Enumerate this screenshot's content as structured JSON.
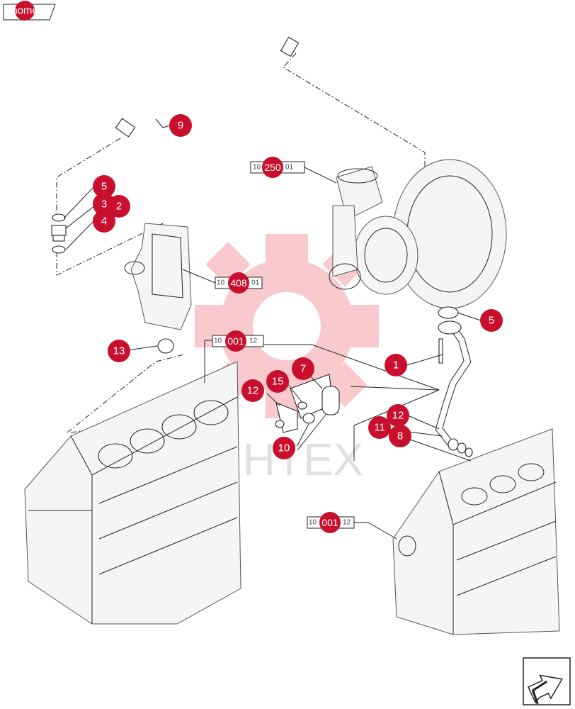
{
  "home": {
    "label": "home"
  },
  "callouts": {
    "c1": "1",
    "c2": "2",
    "c3": "3",
    "c4": "4",
    "c5a": "5",
    "c5b": "5",
    "c7": "7",
    "c8": "8",
    "c9": "9",
    "c10": "10",
    "c11": "11",
    "c12a": "12",
    "c12b": "12",
    "c13": "13",
    "c15": "15"
  },
  "refs": {
    "turbo": {
      "pre": "10",
      "num": "250",
      "post": "01"
    },
    "cooler": {
      "pre": "10",
      "num": "408",
      "post": "01"
    },
    "block_left": {
      "pre": "10",
      "num": "001",
      "post": "12"
    },
    "block_right": {
      "pre": "10",
      "num": "001",
      "post": "12"
    }
  },
  "watermark": {
    "text": "ИНТЕХ",
    "color": "#e8323c"
  },
  "colors": {
    "callout": "#c8102e",
    "line": "#222222"
  },
  "nav": {
    "next_icon": "arrow-next-icon"
  }
}
